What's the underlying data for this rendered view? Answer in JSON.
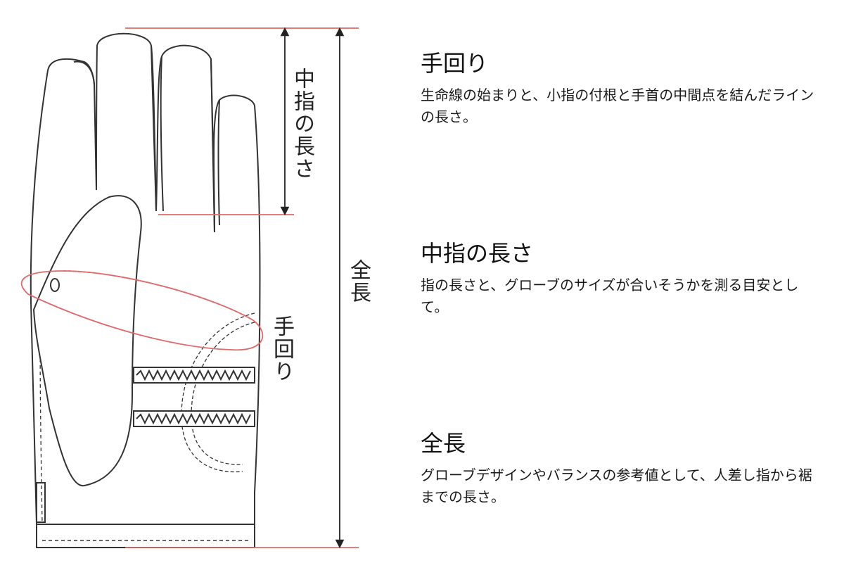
{
  "labels": {
    "middle_finger_length": "中指の長さ",
    "total_length": "全長",
    "hand_circumference": "手回り"
  },
  "descriptions": [
    {
      "title": "手回り",
      "text": "生命線の始まりと、小指の付根と手首の中間点を結んだラインの長さ。"
    },
    {
      "title": "中指の長さ",
      "text": "指の長さと、グローブのサイズが合いそうかを測る目安として。"
    },
    {
      "title": "全長",
      "text": "グローブデザインやバランスの参考値として、人差し指から裾までの長さ。"
    }
  ],
  "colors": {
    "outline": "#333333",
    "guide_red": "#e06a6a",
    "arrow": "#222222"
  }
}
